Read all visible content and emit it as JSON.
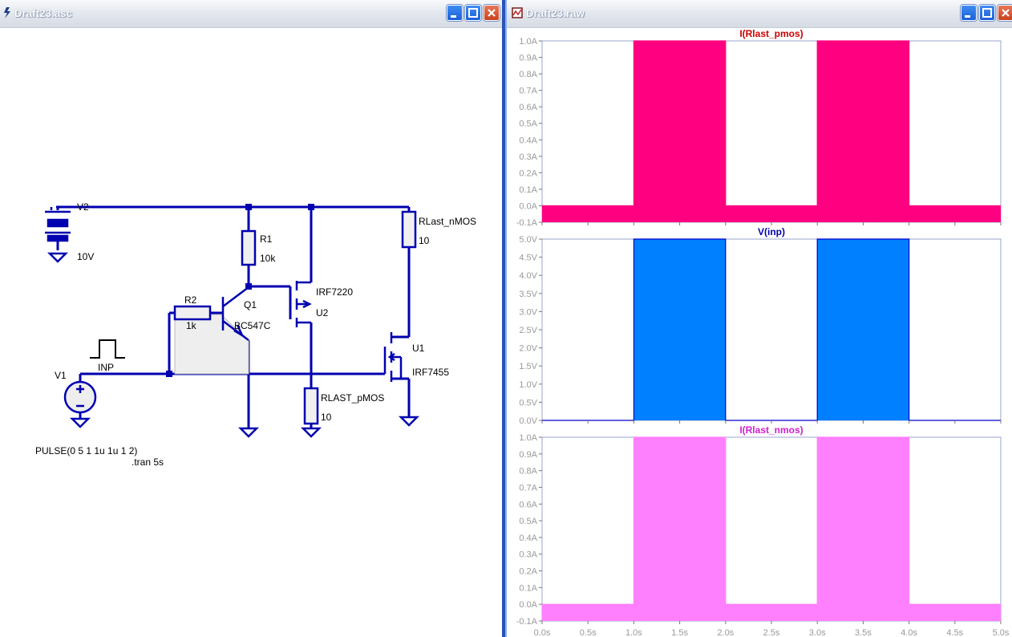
{
  "schematic_window": {
    "title": "Draft23.asc",
    "labels": {
      "v2": "V2",
      "v2_value": "10V",
      "r1": "R1",
      "r1_value": "10k",
      "r2": "R2",
      "r2_value": "1k",
      "q1": "Q1",
      "q1_model": "BC547C",
      "u2_model": "IRF7220",
      "u2": "U2",
      "rlast_nmos": "RLast_nMOS",
      "rlast_nmos_value": "10",
      "u1": "U1",
      "u1_model": "IRF7455",
      "rlast_pmos": "RLAST_pMOS",
      "rlast_pmos_value": "10",
      "v1": "V1",
      "inp": "INP",
      "pulse": "PULSE(0 5 1 1u 1u 1 2)",
      "tran": ".tran 5s"
    }
  },
  "waveform_window": {
    "title": "Draft23.raw"
  },
  "chart_data": [
    {
      "type": "area",
      "title": "I(Rlast_pmos)",
      "color": "#ff0080",
      "x": [
        0,
        1,
        1,
        2,
        2,
        3,
        3,
        4,
        4,
        5
      ],
      "y": [
        0,
        0,
        1,
        1,
        0,
        0,
        1,
        1,
        0,
        0
      ],
      "xlim": [
        0,
        5
      ],
      "ylim": [
        -0.1,
        1.0
      ],
      "yticks": [
        "1.0A",
        "0.9A",
        "0.8A",
        "0.7A",
        "0.6A",
        "0.5A",
        "0.4A",
        "0.3A",
        "0.2A",
        "0.1A",
        "0.0A",
        "-0.1A"
      ],
      "baseline": -0.1
    },
    {
      "type": "area",
      "title": "V(inp)",
      "color": "#0080ff",
      "x": [
        0,
        1,
        1,
        2,
        2,
        3,
        3,
        4,
        4,
        5
      ],
      "y": [
        0,
        0,
        5,
        5,
        0,
        0,
        5,
        5,
        0,
        0
      ],
      "xlim": [
        0,
        5
      ],
      "ylim": [
        0,
        5
      ],
      "yticks": [
        "5.0V",
        "4.5V",
        "4.0V",
        "3.5V",
        "3.0V",
        "2.5V",
        "2.0V",
        "1.5V",
        "1.0V",
        "0.5V",
        "0.0V"
      ],
      "baseline": 0
    },
    {
      "type": "area",
      "title": "I(Rlast_nmos)",
      "color": "#ff80ff",
      "x": [
        0,
        1,
        1,
        2,
        2,
        3,
        3,
        4,
        4,
        5
      ],
      "y": [
        0,
        0,
        1,
        1,
        0,
        0,
        1,
        1,
        0,
        0
      ],
      "xlim": [
        0,
        5
      ],
      "ylim": [
        -0.1,
        1.0
      ],
      "yticks": [
        "1.0A",
        "0.9A",
        "0.8A",
        "0.7A",
        "0.6A",
        "0.5A",
        "0.4A",
        "0.3A",
        "0.2A",
        "0.1A",
        "0.0A",
        "-0.1A"
      ],
      "xticks": [
        "0.0s",
        "0.5s",
        "1.0s",
        "1.5s",
        "2.0s",
        "2.5s",
        "3.0s",
        "3.5s",
        "4.0s",
        "4.5s",
        "5.0s"
      ],
      "baseline": -0.1
    }
  ]
}
